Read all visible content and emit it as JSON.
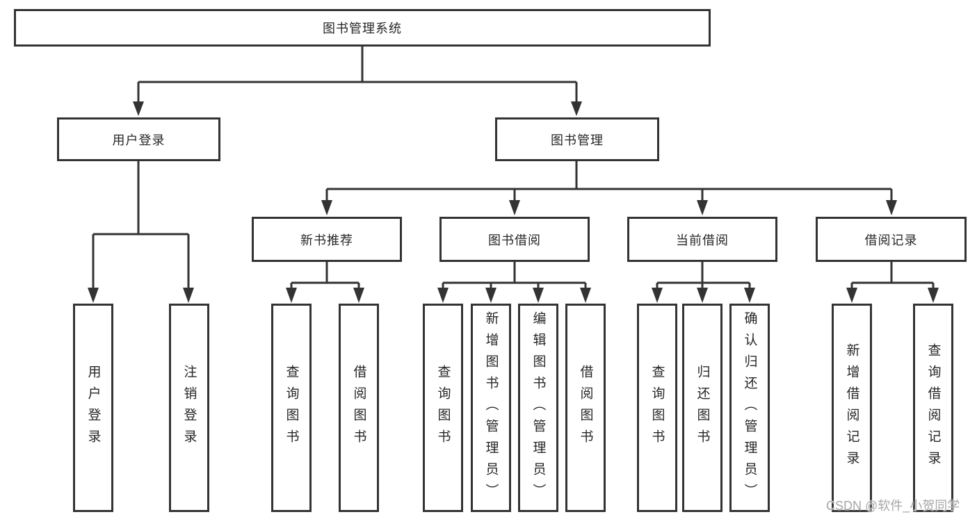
{
  "tree": {
    "root": {
      "label": "图书管理系统"
    },
    "children": [
      {
        "label": "用户登录",
        "children": [
          {
            "label": "用户登录"
          },
          {
            "label": "注销登录"
          }
        ]
      },
      {
        "label": "图书管理",
        "children": [
          {
            "label": "新书推荐",
            "children": [
              {
                "label": "查询图书"
              },
              {
                "label": "借阅图书"
              }
            ]
          },
          {
            "label": "图书借阅",
            "children": [
              {
                "label": "查询图书"
              },
              {
                "label": "新增图书（管理员）"
              },
              {
                "label": "编辑图书（管理员）"
              },
              {
                "label": "借阅图书"
              }
            ]
          },
          {
            "label": "当前借阅",
            "children": [
              {
                "label": "查询图书"
              },
              {
                "label": "归还图书"
              },
              {
                "label": "确认归还（管理员）"
              }
            ]
          },
          {
            "label": "借阅记录",
            "children": [
              {
                "label": "新增借阅记录"
              },
              {
                "label": "查询借阅记录"
              }
            ]
          }
        ]
      }
    ]
  },
  "watermark": "CSDN @软件_小贺同学",
  "colors": {
    "line": "#333333",
    "box_border": "#333333",
    "box_fill": "#ffffff",
    "text": "#262626",
    "watermark": "#a6a6a6",
    "background": "#ffffff"
  }
}
